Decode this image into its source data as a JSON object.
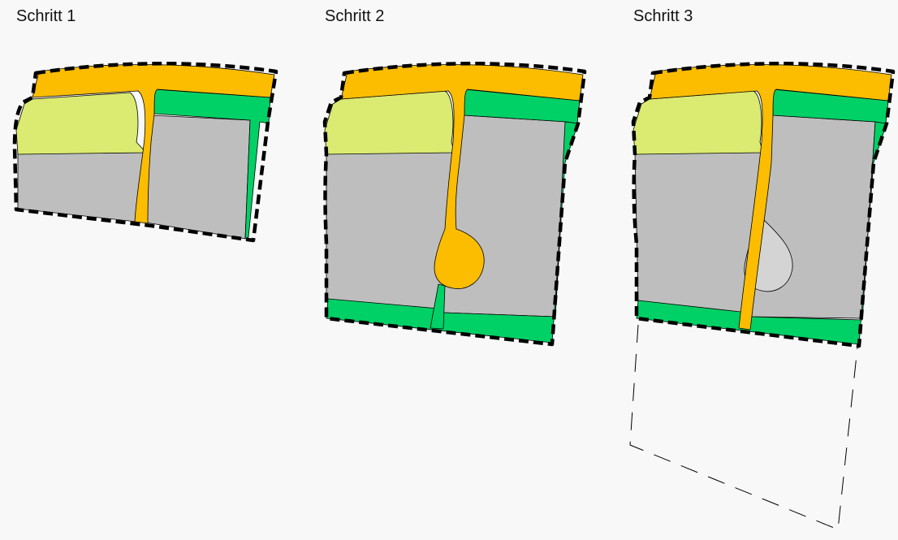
{
  "steps": [
    {
      "title": "Schritt 1"
    },
    {
      "title": "Schritt 2"
    },
    {
      "title": "Schritt 3"
    }
  ],
  "colors": {
    "background": "#f8f8f8",
    "street": "#fcbd00",
    "green_strip": "#00d166",
    "yellow_green": "#dbea70",
    "grey_area": "#bebebe",
    "turn_area": "#d4d4d4",
    "outline": "#000000",
    "dashed_outline": "#000000"
  }
}
